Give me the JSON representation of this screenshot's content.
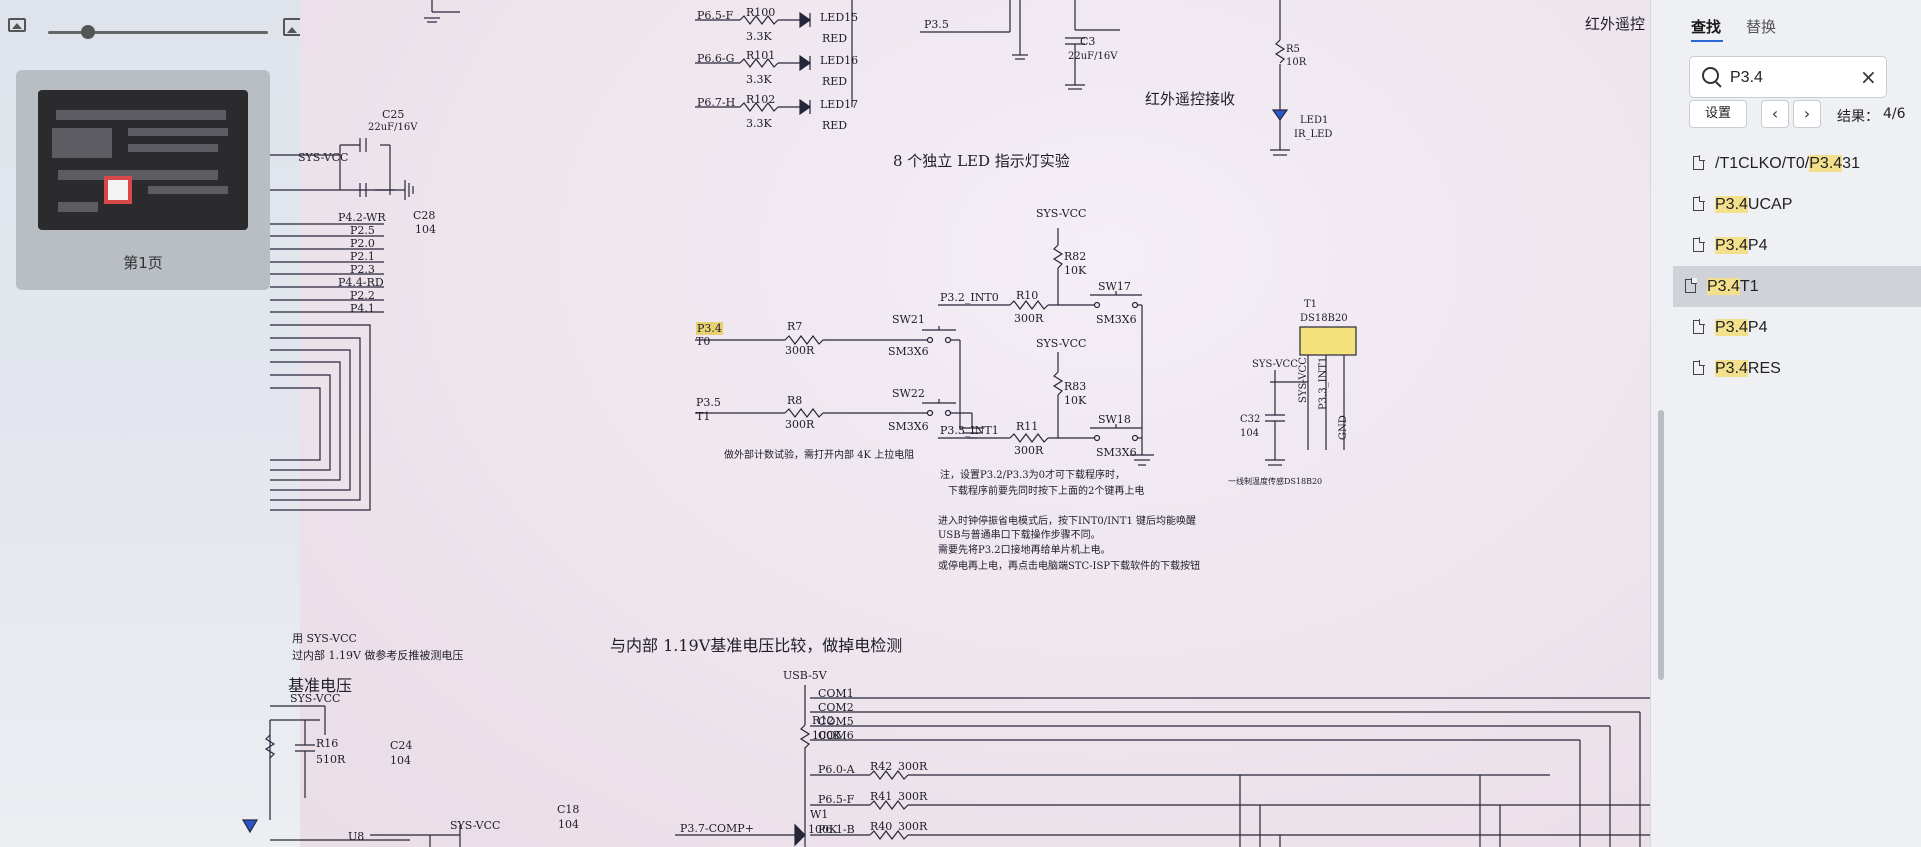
{
  "thumbnail_panel": {
    "page_label": "第1页",
    "icons": {
      "zoom_out": "image-small-icon",
      "zoom_in": "image-large-icon"
    },
    "zoom_level_fraction": 0.18
  },
  "schematic": {
    "led": {
      "pins": [
        "P6.5-F",
        "P6.6-G",
        "P6.7-H"
      ],
      "resistors": [
        "R100",
        "R101",
        "R102"
      ],
      "resistor_values": [
        "3.3K",
        "3.3K",
        "3.3K"
      ],
      "leds": [
        "LED15",
        "LED16",
        "LED17"
      ],
      "colors": [
        "RED",
        "RED",
        "RED"
      ],
      "title": "8 个独立 LED 指示灯实验"
    },
    "ir": {
      "pin": "P3.5",
      "cap": "C3",
      "cap_value": "22uF/16V",
      "title": "红外遥控接收",
      "title2": "红外遥控",
      "r5": "R5",
      "r5_value": "10R",
      "led": "LED1",
      "led_value": "IR_LED"
    },
    "bus": {
      "c25": "C25",
      "c25_value": "22uF/16V",
      "sys_vcc": "SYS-VCC",
      "c28": "C28",
      "c28_value": "104",
      "pins": [
        "P4.2-WR",
        "P2.5",
        "P2.0",
        "P2.1",
        "P2.3",
        "P4.4-RD",
        "P2.2",
        "P4.1"
      ]
    },
    "switches": {
      "sw21_pin_hl": "P3.4",
      "sw21_pin2": "T0",
      "r7": "R7",
      "r7_value": "300R",
      "sw21": "SW21",
      "sw21_value": "SM3X6",
      "sw22_pin": "P3.5",
      "sw22_pin2": "T1",
      "r8": "R8",
      "r8_value": "300R",
      "sw22": "SW22",
      "sw22_value": "SM3X6",
      "note": "做外部计数试验，需打开内部 4K 上拉电阻"
    },
    "int_switches": {
      "vcc1": "SYS-VCC",
      "r82": "R82",
      "r82_value": "10K",
      "pin1": "P3.2_INT0",
      "r10": "R10",
      "r10_value": "300R",
      "sw17": "SW17",
      "sw17_value": "SM3X6",
      "vcc2": "SYS-VCC",
      "r83": "R83",
      "r83_value": "10K",
      "pin2": "P3.3_INT1",
      "r11": "R11",
      "r11_value": "300R",
      "sw18": "SW18",
      "sw18_value": "SM3X6",
      "notes": [
        "注，设置P3.2/P3.3为0才可下载程序时，",
        "下载程序前要先同时按下上面的2个键再上电",
        "",
        "进入时钟停振省电模式后，按下INT0/INT1 键后均能唤醒",
        "USB与普通串口下载操作步骤不同。",
        "需要先将P3.2口接地再给单片机上电。",
        "或停电再上电，再点击电脑端STC-ISP下载软件的下载按钮"
      ]
    },
    "temp": {
      "t1": "T1",
      "t1_value": "DS18B20",
      "vcc": "SYS-VCC",
      "c32": "C32",
      "c32_value": "104",
      "pins": [
        "SYS-VCC",
        "P3.3_INT1",
        "GND"
      ],
      "note": "一线制温度传感DS18B20"
    },
    "voltage": {
      "lines": [
        "用 SYS-VCC",
        "过内部 1.19V 做参考反推被测电压"
      ],
      "title": "基准电压",
      "vcc": "SYS-VCC",
      "r16": "R16",
      "r16_value": "510R",
      "c24": "C24",
      "c24_value": "104",
      "u8": "U8",
      "vcc2": "SYS-VCC",
      "c18": "C18",
      "c18_value": "104"
    },
    "compare": {
      "title": "与内部 1.19V基准电压比较，做掉电检测",
      "usb": "USB-5V",
      "r12": "R12",
      "r12_value": "100K",
      "pin": "P3.7-COMP+",
      "w1": "W1",
      "w1_value": "100K"
    },
    "com": {
      "lines": [
        "COM1",
        "COM2",
        "COM5",
        "COM6"
      ],
      "rows": [
        {
          "pin": "P6.0-A",
          "r": "R42",
          "v": "300R"
        },
        {
          "pin": "P6.5-F",
          "r": "R41",
          "v": "300R"
        },
        {
          "pin": "P6.1-B",
          "r": "R40",
          "v": "300R"
        }
      ]
    }
  },
  "find_panel": {
    "tabs": {
      "find": "查找",
      "replace": "替换"
    },
    "search": {
      "value": "P3.4",
      "clear_icon": "close-icon",
      "search_icon": "search-icon"
    },
    "settings_label": "设置",
    "prev_label": "‹",
    "next_label": "›",
    "result_label": "结果：",
    "result_count": "4/6",
    "results": [
      {
        "prefix": "/T1CLKO/T0/",
        "match": "P3.4",
        "suffix": "31"
      },
      {
        "prefix": "",
        "match": "P3.4",
        "suffix": "UCAP"
      },
      {
        "prefix": "",
        "match": "P3.4",
        "suffix": "P4"
      },
      {
        "prefix": "",
        "match": "P3.4",
        "suffix": "T1"
      },
      {
        "prefix": "",
        "match": "P3.4",
        "suffix": "P4"
      },
      {
        "prefix": "",
        "match": "P3.4",
        "suffix": "RES"
      }
    ],
    "selected_index": 3
  }
}
